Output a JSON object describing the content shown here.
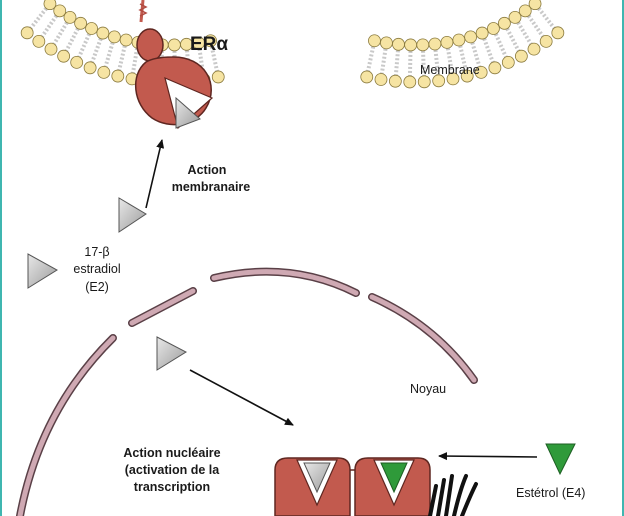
{
  "labels": {
    "receptor": "ERα",
    "membrane": "Membrane",
    "action_membrane_1": "Action",
    "action_membrane_2": "membranaire",
    "estradiol_1": "17-β",
    "estradiol_2": "estradiol",
    "estradiol_3": "(E2)",
    "noyau": "Noyau",
    "estetrol": "Estétrol (E4)",
    "action_nucleaire_1": "Action nucléaire",
    "action_nucleaire_2": "(activation de la",
    "action_nucleaire_3": "transcription"
  },
  "colors": {
    "frame": "#3fb6b0",
    "lipid_head": "#f6e4a3",
    "lipid_tail": "#c9c9c9",
    "receptor": "#c25a4e",
    "receptor_stroke": "#5e2620",
    "nuclear_envelope": "#cfa9b3",
    "e2_ligand": "#c8c8c8",
    "e4_ligand": "#2f9a3a",
    "arrow": "#111111"
  }
}
